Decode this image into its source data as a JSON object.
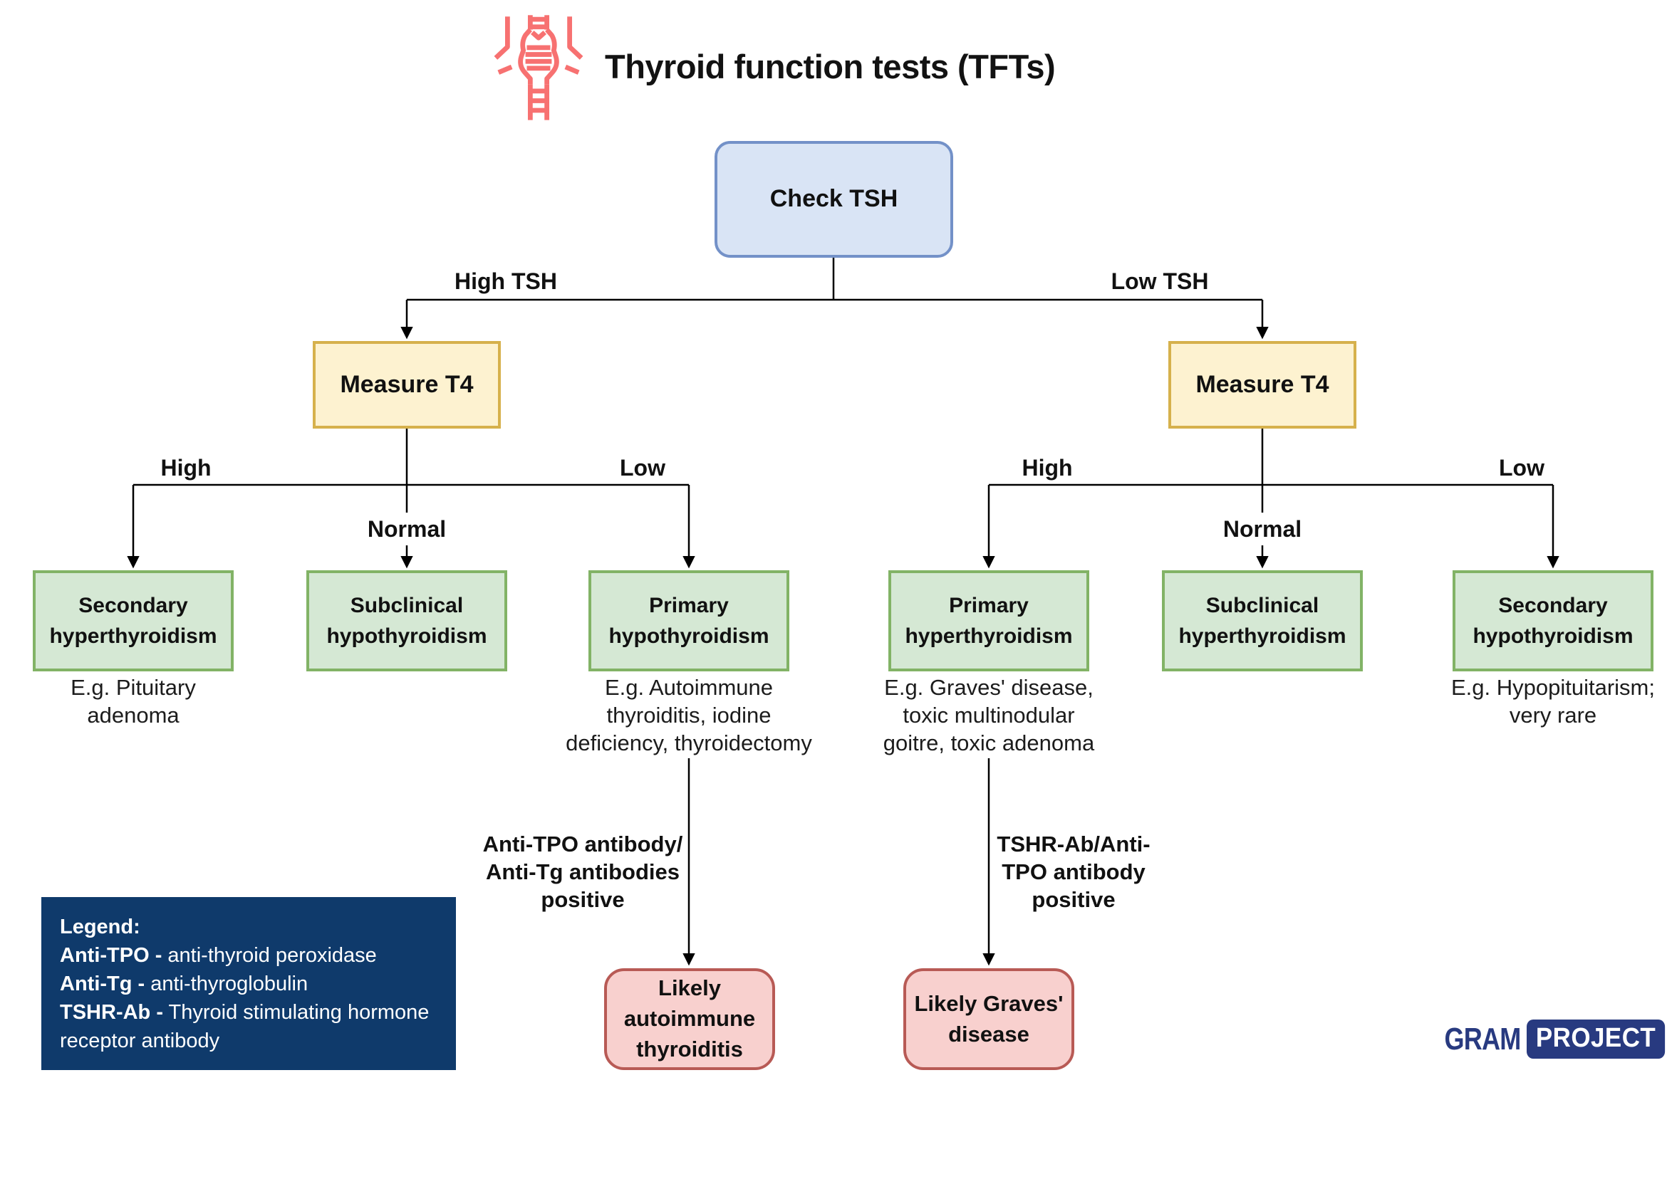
{
  "title": "Thyroid function tests (TFTs)",
  "nodes": {
    "root": "Check TSH",
    "measure_left": "Measure T4",
    "measure_right": "Measure T4",
    "outcome_secondary_hyper": "Secondary\nhyperthyroidism",
    "outcome_subclinical_hypo": "Subclinical\nhypothyroidism",
    "outcome_primary_hypo": "Primary\nhypothyroidism",
    "outcome_primary_hyper": "Primary\nhyperthyroidism",
    "outcome_subclinical_hyper": "Subclinical\nhyperthyroidism",
    "outcome_secondary_hypo": "Secondary\nhypothyroidism",
    "final_autoimmune": "Likely\nautoimmune\nthyroiditis",
    "final_graves": "Likely Graves'\ndisease"
  },
  "edge_labels": {
    "high_tsh": "High TSH",
    "low_tsh": "Low TSH",
    "left_high": "High",
    "left_normal": "Normal",
    "left_low": "Low",
    "right_high": "High",
    "right_normal": "Normal",
    "right_low": "Low",
    "anti_tpo_positive": "Anti-TPO antibody/\nAnti-Tg antibodies\npositive",
    "tshr_ab_positive": "TSHR-Ab/Anti-\nTPO antibody\npositive"
  },
  "notes": {
    "pituitary": "E.g. Pituitary\nadenoma",
    "autoimmune": "E.g. Autoimmune\nthyroiditis, iodine\ndeficiency, thyroidectomy",
    "graves": "E.g. Graves' disease,\ntoxic multinodular\ngoitre, toxic adenoma",
    "hypopituitarism": "E.g. Hypopituitarism;\nvery rare"
  },
  "legend": {
    "heading": "Legend:",
    "entries": [
      {
        "term": "Anti-TPO -",
        "definition": "anti-thyroid peroxidase"
      },
      {
        "term": "Anti-Tg -",
        "definition": "anti-thyroglobulin"
      },
      {
        "term": "TSHR-Ab -",
        "definition": "Thyroid stimulating hormone receptor antibody"
      }
    ]
  },
  "logo": {
    "gram": "GRAM",
    "project": "PROJECT"
  },
  "colors": {
    "root_fill": "#d9e4f5",
    "root_border": "#7391c8",
    "measure_fill": "#fdf2d0",
    "measure_border": "#d6b14c",
    "outcome_fill": "#d5e8d4",
    "outcome_border": "#82b366",
    "final_fill": "#f8d0ce",
    "final_border": "#b85a55",
    "legend_bg": "#0f3a6b",
    "logo_navy": "#283a80",
    "icon_coral": "#f77171",
    "line_black": "#000000"
  }
}
